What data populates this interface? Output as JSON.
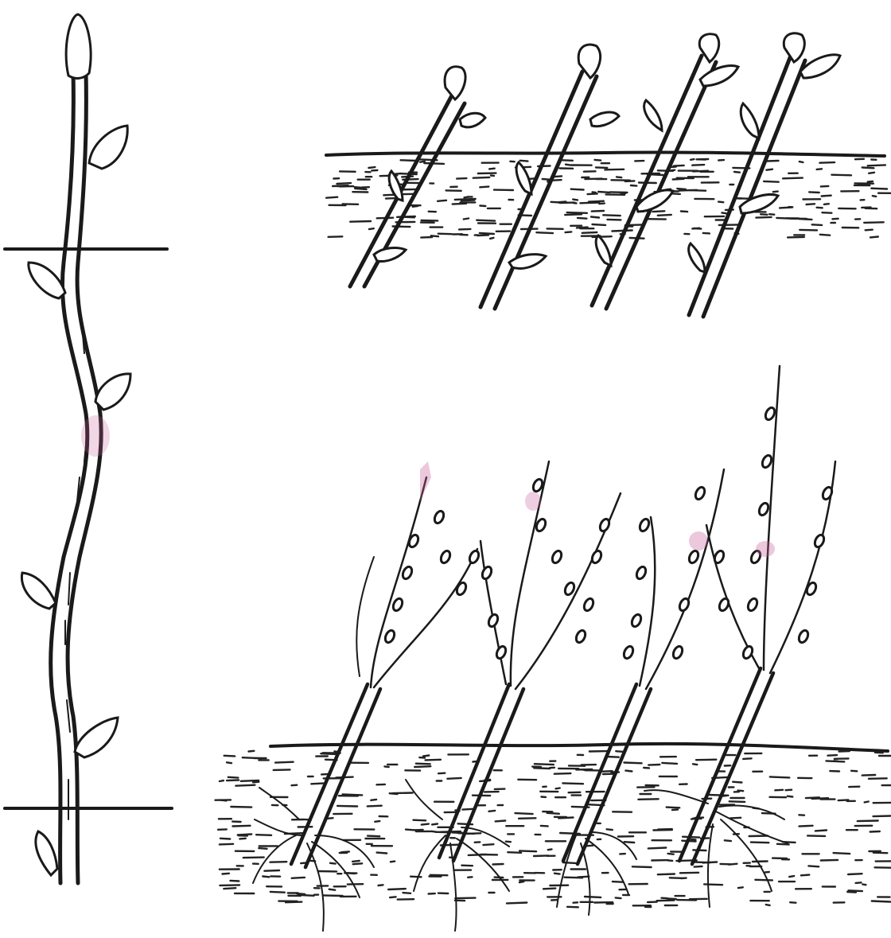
{
  "figure": {
    "panels": [
      {
        "id": "cane",
        "description_items": [
          "cutting-mark-upper",
          "cutting-mark-lower"
        ]
      },
      {
        "id": "planted-cuttings",
        "count": 4
      },
      {
        "id": "rooted-cuttings",
        "count": 4
      }
    ]
  },
  "colors": {
    "ink": "#1a1a1a",
    "background": "#ffffff",
    "tint": "#c8609a"
  }
}
